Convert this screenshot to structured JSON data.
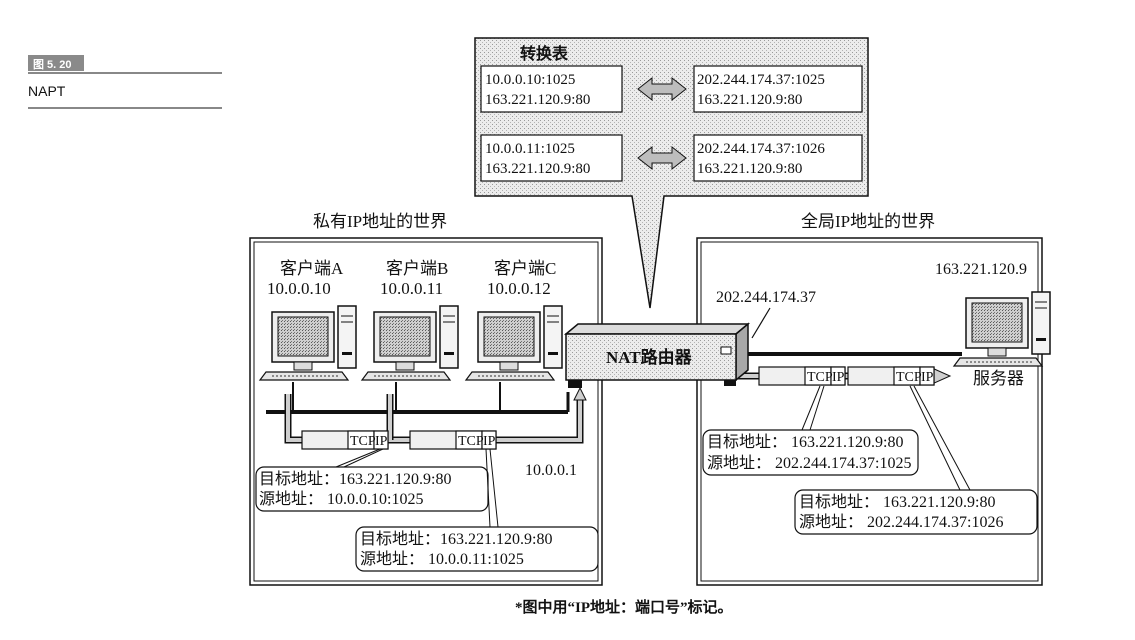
{
  "figure": {
    "label": "图 5. 20",
    "name": "NAPT"
  },
  "table": {
    "title": "转换表",
    "rows": [
      {
        "private_addr": "10.0.0.10:1025",
        "private_dest": "163.221.120.9:80",
        "global_addr": "202.244.174.37:1025",
        "global_dest": "163.221.120.9:80"
      },
      {
        "private_addr": "10.0.0.11:1025",
        "private_dest": "163.221.120.9:80",
        "global_addr": "202.244.174.37:1026",
        "global_dest": "163.221.120.9:80"
      }
    ]
  },
  "private_world": {
    "title": "私有IP地址的世界",
    "clients": [
      {
        "name": "客户端A",
        "ip": "10.0.0.10"
      },
      {
        "name": "客户端B",
        "ip": "10.0.0.11"
      },
      {
        "name": "客户端C",
        "ip": "10.0.0.12"
      }
    ],
    "router_inside_ip": "10.0.0.1",
    "packets": [
      {
        "dest": "目标地址：163.221.120.9:80",
        "src": "源地址：  10.0.0.10:1025"
      },
      {
        "dest": "目标地址：163.221.120.9:80",
        "src": "源地址：  10.0.0.11:1025"
      }
    ]
  },
  "global_world": {
    "title": "全局IP地址的世界",
    "server": {
      "name": "服务器",
      "ip": "163.221.120.9"
    },
    "router_outside_ip": "202.244.174.37",
    "packets": [
      {
        "dest": "目标地址：  163.221.120.9:80",
        "src": "源地址：  202.244.174.37:1025"
      },
      {
        "dest": "目标地址：  163.221.120.9:80",
        "src": "源地址：  202.244.174.37:1026"
      }
    ]
  },
  "router": {
    "label": "NAT路由器"
  },
  "packet_labels": {
    "tcp": "TCP",
    "ip": "IP"
  },
  "footnote": "*图中用“IP地址：端口号”标记。",
  "colors": {
    "figure_tag": "#8a8a8a",
    "stipple": "#d6d6d6",
    "line": "#111111"
  }
}
